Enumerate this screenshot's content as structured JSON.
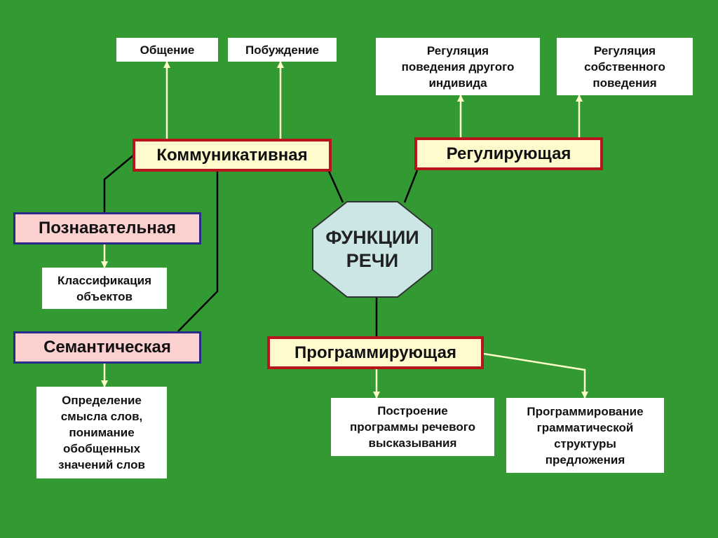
{
  "center": {
    "label": "ФУНКЦИИ\nРЕЧИ"
  },
  "functions": {
    "communicative": {
      "label": "Коммуникативная",
      "effects": [
        "Общение",
        "Побуждение"
      ]
    },
    "regulating": {
      "label": "Регулирующая",
      "effects": [
        "Регуляция\nповедения другого\nиндивида",
        "Регуляция\nсобственного\nповедения"
      ]
    },
    "cognitive": {
      "label": "Познавательная",
      "effects": [
        "Классификация\nобъектов"
      ]
    },
    "semantic": {
      "label": "Семантическая",
      "effects": [
        "Определение\nсмысла слов,\nпонимание\nобобщенных\nзначений слов"
      ]
    },
    "programming": {
      "label": "Программирующая",
      "effects": [
        "Построение\nпрограммы речевого\nвысказывания",
        "Программирование\nграмматической\nструктуры\nпредложения"
      ]
    }
  },
  "colors": {
    "background": "#339933",
    "octagon_fill": "#cce5e5",
    "yellow_box": "#fffbcc",
    "red_border": "#b8141b",
    "pink_box": "#fdd0d0",
    "blue_border": "#2a2a8a",
    "arrow": "#ffffcc",
    "connector": "#000000"
  }
}
